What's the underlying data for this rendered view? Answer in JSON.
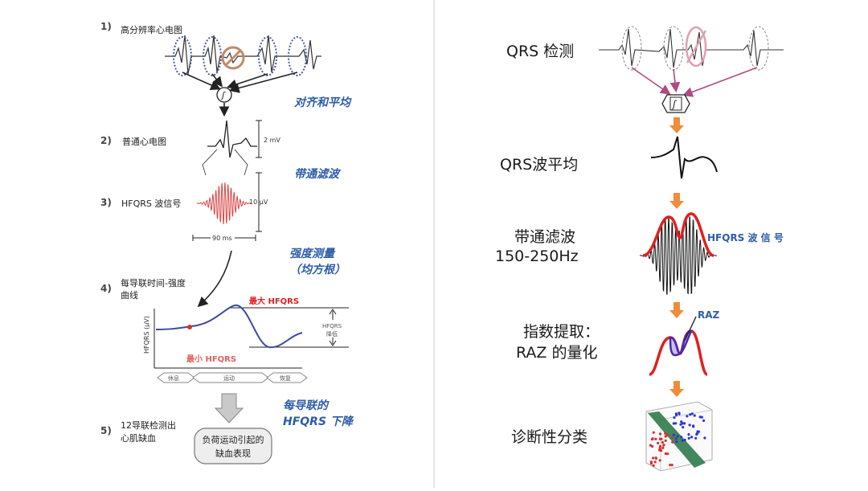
{
  "left": {
    "step1": {
      "num": "1)",
      "label": "高分辨率心电图"
    },
    "caption_align": "对齐和平均",
    "step2": {
      "num": "2)",
      "label": "普通心电图"
    },
    "scale_2mv": "2 mV",
    "caption_bandpass": "带通滤波",
    "step3": {
      "num": "3)",
      "label": "HFQRS 波信号"
    },
    "scale_10uv": "10 µV",
    "scale_90ms": "90 ms",
    "caption_intensity_line1": "强度测量",
    "caption_intensity_line2": "（均方根）",
    "step4": {
      "num": "4)",
      "label_line1": "每导联时间-强度",
      "label_line2": "曲线"
    },
    "ylabel": "HFQRS (µV)",
    "max_label": "最大 HFQRS",
    "min_label": "最小 HFQRS",
    "drop_label_line1": "HFQRS",
    "drop_label_line2": "降低",
    "phases": [
      "休息",
      "运动",
      "恢复"
    ],
    "caption_drop_line1": "每导联的",
    "caption_drop_line2": "HFQRS 下降",
    "step5": {
      "num": "5)",
      "label_line1": "12导联检测出",
      "label_line2": "心肌缺血"
    },
    "result_line1": "负荷运动引起的",
    "result_line2": "缺血表现"
  },
  "right": {
    "qrs_detect": "QRS 检测",
    "qrs_avg": "QRS波平均",
    "bandpass_line1": "带通滤波",
    "bandpass_line2": "150-250Hz",
    "hfqrs_signal": "HFQRS 波 信 号",
    "raz_tag": "RAZ",
    "index_line1": "指数提取：",
    "index_line2": "RAZ 的量化",
    "diagnosis": "诊断性分类"
  },
  "colors": {
    "blue_caption": "#2d5ca8",
    "red": "#e02020",
    "orange_arrow": "#f08c3a",
    "pink_arrow": "#b04a80",
    "divider": "#dddddd"
  }
}
